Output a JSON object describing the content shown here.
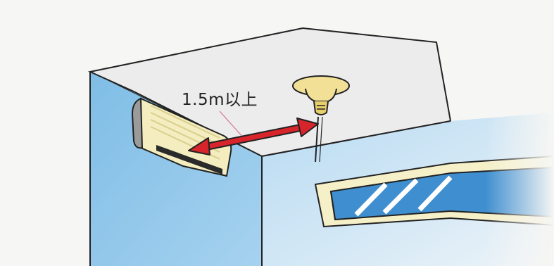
{
  "illustration": {
    "distance_label": "1.5m以上",
    "objects": [
      "air-conditioner",
      "ceiling-smoke-detector",
      "window"
    ],
    "colors": {
      "wall": "#8fc7ea",
      "ceiling": "#ededed",
      "arrow": "#d8242b",
      "air_conditioner": "#f4edbf",
      "detector": "#f2e096",
      "window_glass": "#3f8fd0",
      "window_frame": "#f5f0c8"
    }
  }
}
